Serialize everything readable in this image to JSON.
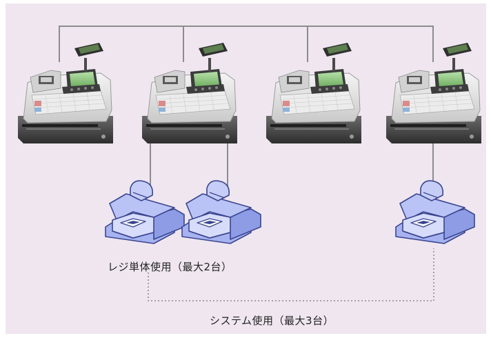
{
  "labels": {
    "standalone": "レジ単体使用（最大2台）",
    "system": "システム使用（最大3台）"
  },
  "colors": {
    "background": "#efe6f0",
    "connection_line": "#8c8c8c",
    "printer_fill": "#a6b3f0",
    "printer_stroke": "#3a4590",
    "register_body": "#e4e4e4",
    "drawer": "#4a4a4a"
  },
  "devices": {
    "registers": [
      "cash-register",
      "cash-register",
      "cash-register",
      "cash-register"
    ],
    "printers": [
      "receipt-printer",
      "receipt-printer",
      "receipt-printer"
    ]
  }
}
